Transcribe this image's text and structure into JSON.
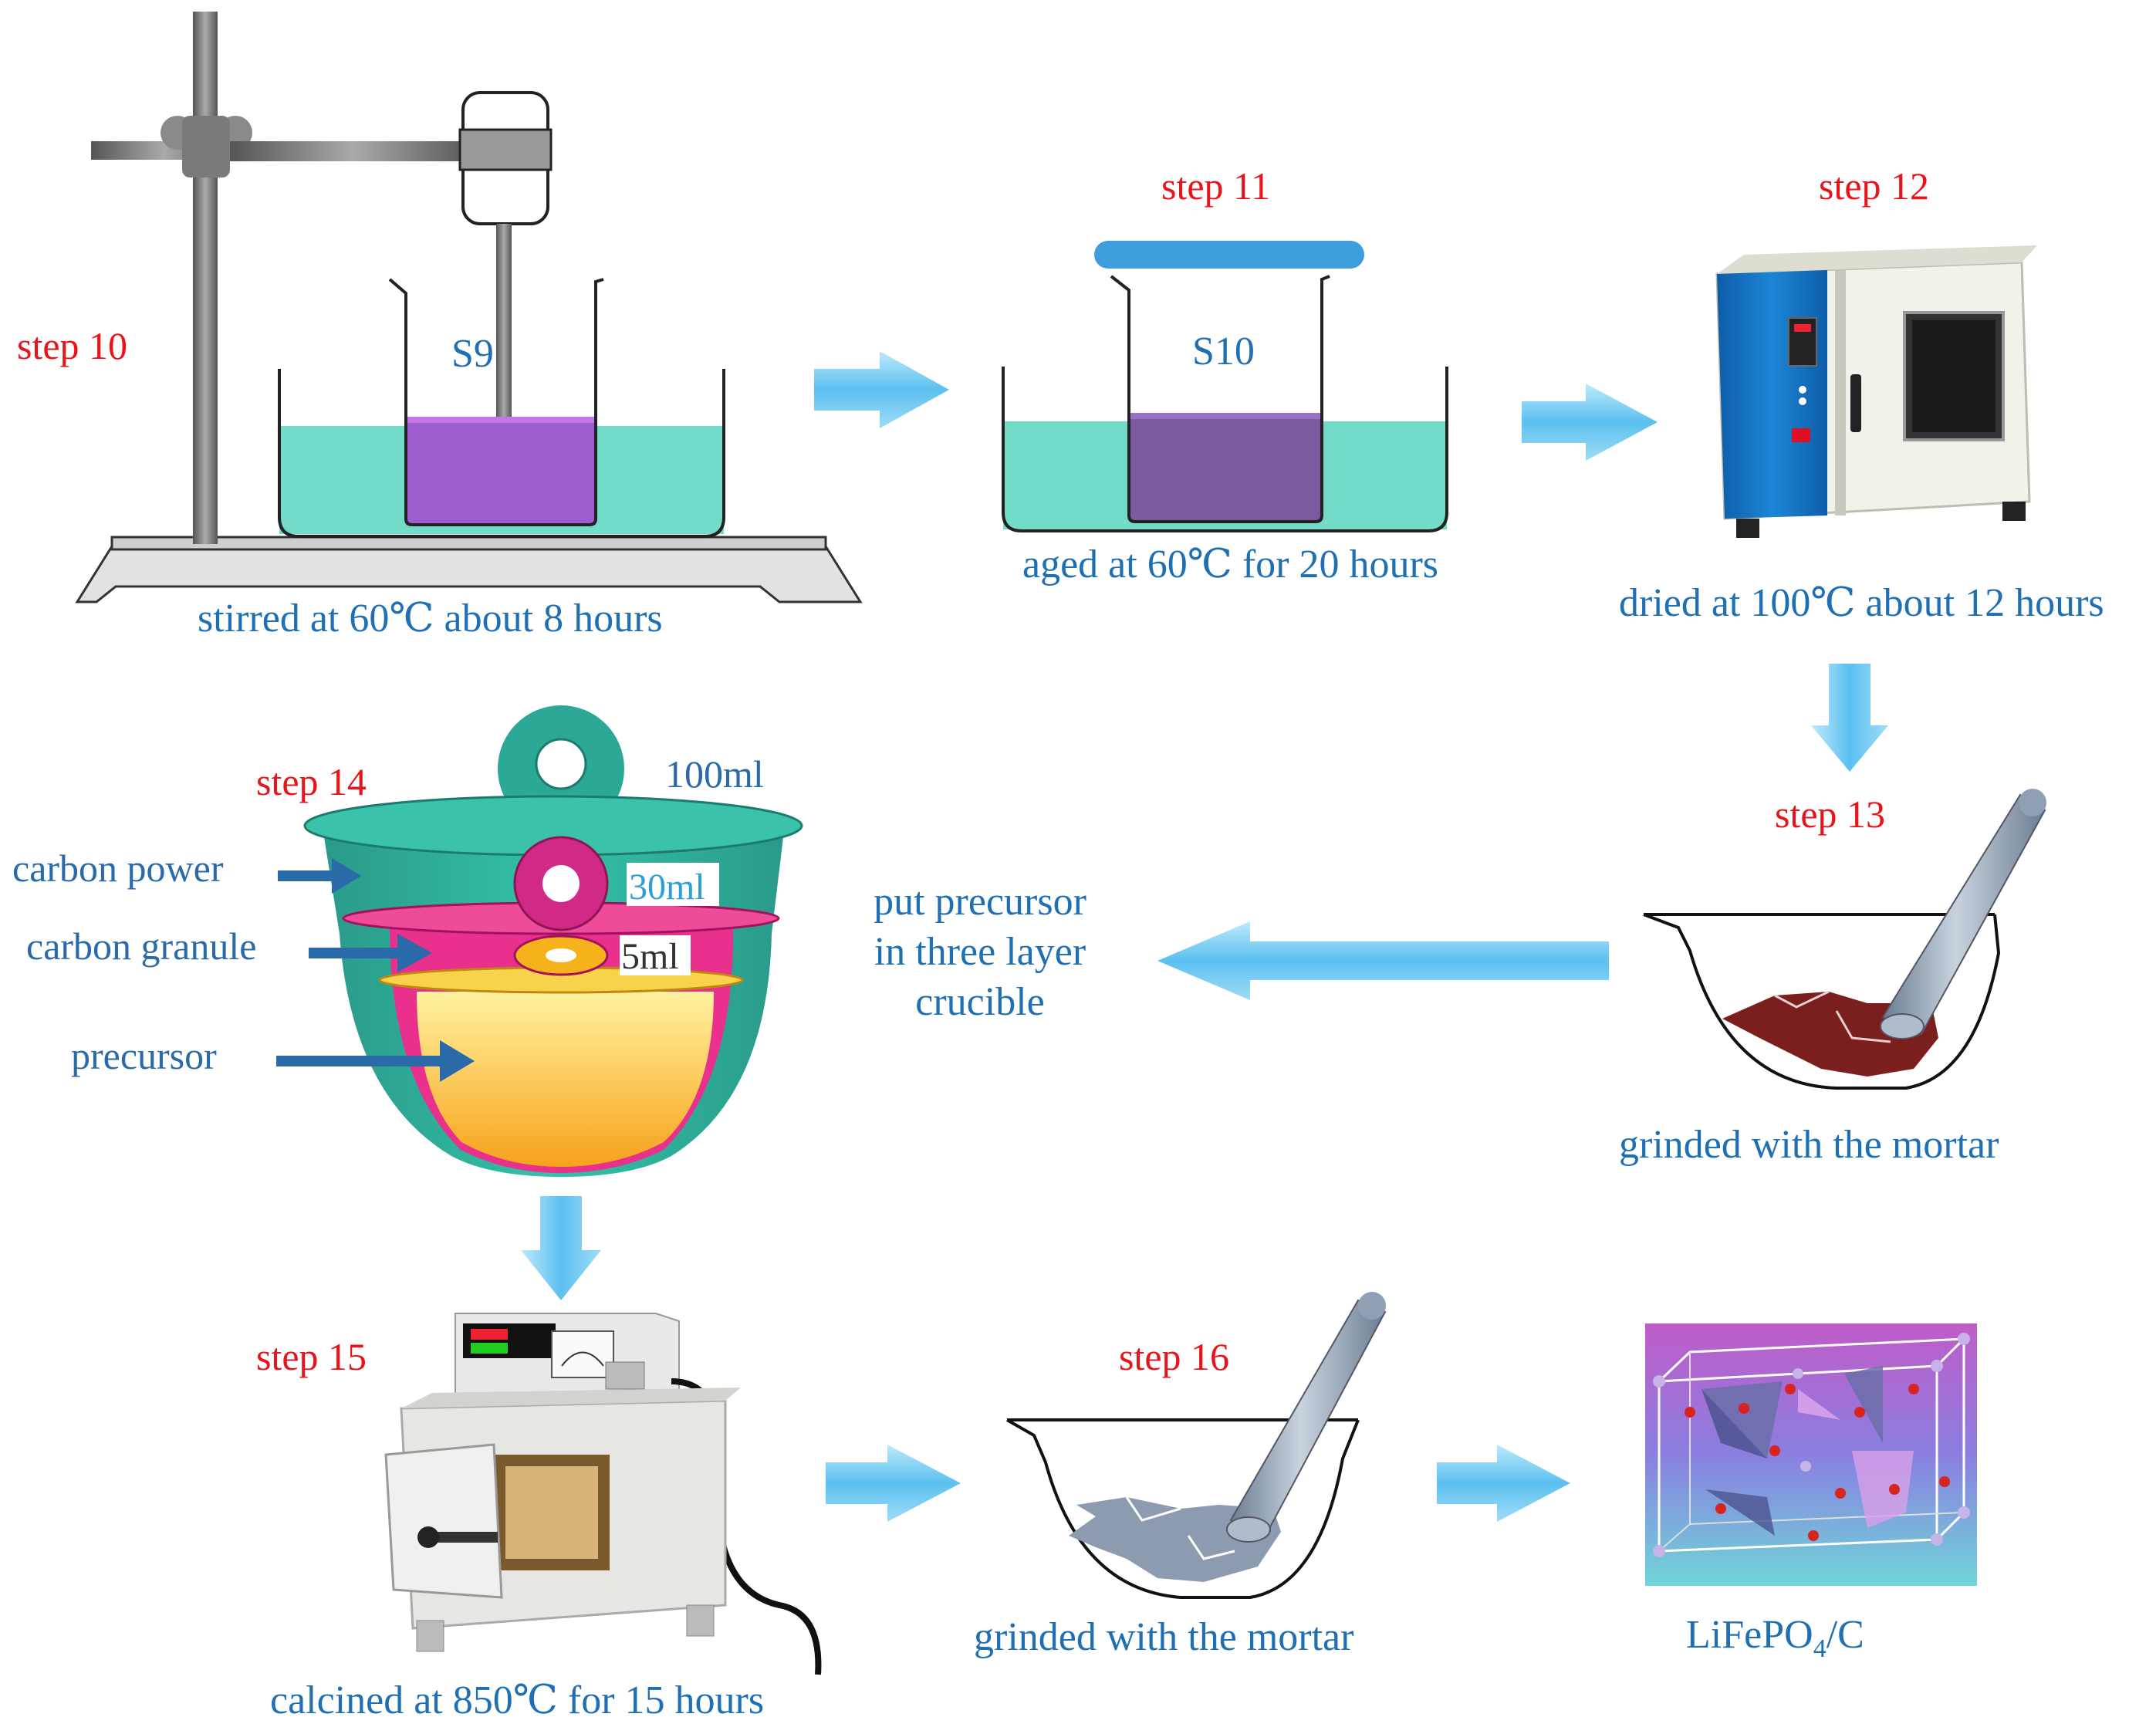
{
  "steps": {
    "s10": "step 10",
    "s11": "step 11",
    "s12": "step 12",
    "s13": "step 13",
    "s14": "step 14",
    "s15": "step 15",
    "s16": "step 16"
  },
  "beakers": {
    "b1": "S9",
    "b2": "S10"
  },
  "captions": {
    "stirred": "stirred at 60℃ about 8 hours",
    "aged": "aged at 60℃ for 20 hours",
    "dried": "dried at 100℃ about 12 hours",
    "grind1": "grinded with the mortar",
    "put_line1": "put precursor",
    "put_line2": "in three layer",
    "put_line3": "crucible",
    "calcined": "calcined at 850℃ for 15 hours",
    "grind2": "grinded with the mortar",
    "product_main": "LiFePO",
    "product_sub": "4",
    "product_tail": "/C"
  },
  "crucible": {
    "volume_outer": "100ml",
    "volume_middle": "30ml",
    "volume_inner": "5ml",
    "label_carbon_power": "carbon power",
    "label_carbon_granule": "carbon granule",
    "label_precursor": "precursor"
  },
  "colors": {
    "step": "#e8141b",
    "caption": "#1f6fb5",
    "arrow": "#5bc0f0",
    "water": "#72dcc8",
    "solution_s9": "#9d5fcf",
    "solution_s10": "#7c5aa0",
    "crucible_outer": "#2bb39c",
    "crucible_middle": "#e8308c",
    "crucible_inner": "#f5b21a",
    "mortar_sample1": "#7a1e1e",
    "mortar_sample2": "#8d9bb0"
  },
  "icons": {
    "stirrer": "overhead-stirrer-icon",
    "oven": "drying-oven-icon",
    "furnace": "muffle-furnace-icon",
    "mortar": "mortar-pestle-icon",
    "crystal": "crystal-structure-icon"
  }
}
